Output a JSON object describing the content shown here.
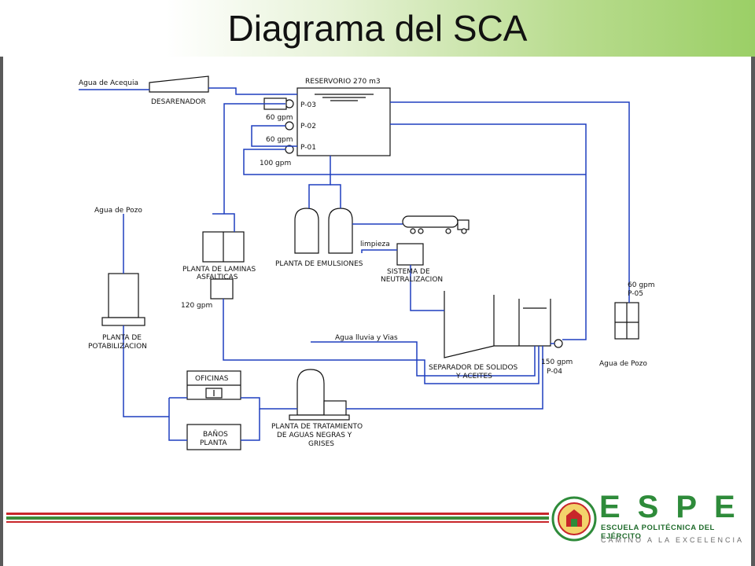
{
  "title": "Diagrama del SCA",
  "labels": {
    "agua_acequia": "Agua de Acequia",
    "desarenador": "DESARENADOR",
    "reservorio": "RESERVORIO 270 m3",
    "p03": "P-03",
    "p02": "P-02",
    "p01": "P-01",
    "gpm60a": "60 gpm",
    "gpm60b": "60 gpm",
    "gpm100": "100 gpm",
    "agua_pozo_left": "Agua de Pozo",
    "planta_laminas_1": "PLANTA DE LAMINAS",
    "planta_laminas_2": "ASFALTICAS",
    "gpm120": "120 gpm",
    "planta_emulsiones": "PLANTA DE EMULSIONES",
    "limpieza": "limpieza",
    "sist_neutral_1": "SISTEMA DE",
    "sist_neutral_2": "NEUTRALIZACION",
    "planta_potab_1": "PLANTA DE",
    "planta_potab_2": "POTABILIZACION",
    "agua_lluvia": "Agua lluvia y Vias",
    "separador_1": "SEPARADOR DE SOLIDOS",
    "separador_2": "Y ACEITES",
    "gpm150": "150 gpm",
    "p04": "P-04",
    "gpm60c": "60 gpm",
    "p05": "P-05",
    "agua_pozo_right": "Agua de Pozo",
    "oficinas": "OFICINAS",
    "banos_1": "BAÑOS",
    "banos_2": "PLANTA",
    "planta_trat_1": "PLANTA DE TRATAMIENTO",
    "planta_trat_2": "DE AGUAS NEGRAS Y",
    "planta_trat_3": "GRISES"
  },
  "logo": {
    "letters": "ESPE",
    "school": "ESCUELA POLITÉCNICA DEL EJÉRCITO",
    "motto": "CAMINO A LA EXCELENCIA"
  },
  "colors": {
    "pipe": "#1f3fbf",
    "header_green": "#9bcf66",
    "logo_green": "#2e8b3a",
    "stripe_red": "#c8262a"
  }
}
